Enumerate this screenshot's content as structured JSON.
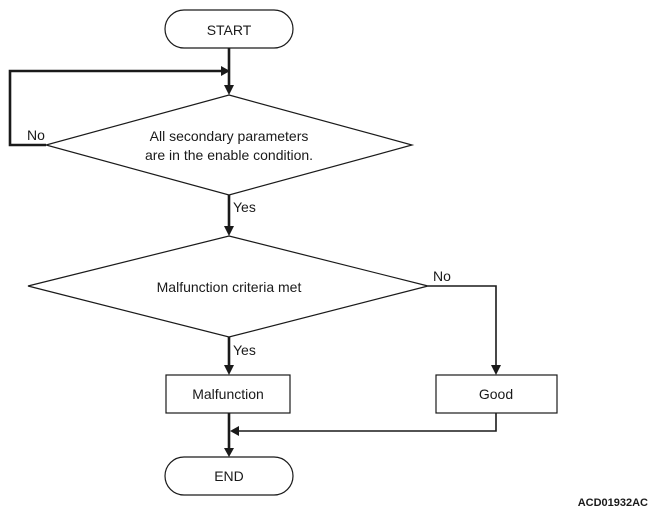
{
  "nodes": {
    "start": "START",
    "check_enable_line1": "All secondary parameters",
    "check_enable_line2": "are in the enable condition.",
    "criteria": "Malfunction criteria met",
    "malfunction": "Malfunction",
    "good": "Good",
    "end": "END"
  },
  "edges": {
    "enable_no": "No",
    "enable_yes": "Yes",
    "criteria_no": "No",
    "criteria_yes": "Yes"
  },
  "reference_code": "ACD01932AC"
}
